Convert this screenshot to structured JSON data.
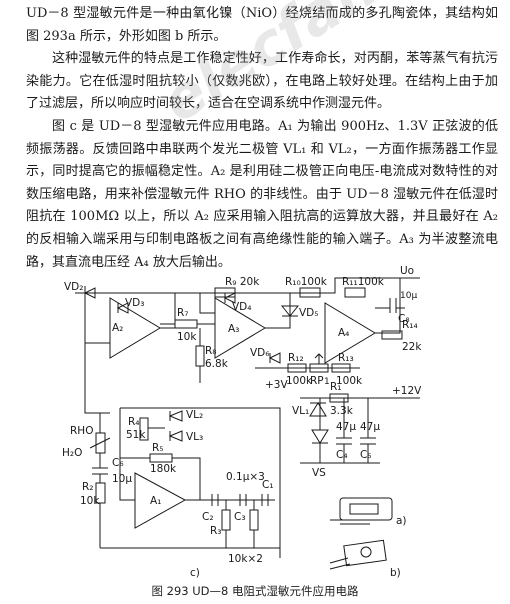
{
  "paragraphs": [
    "UD－8 型湿敏元件是一种由氧化镍（NiO）经烧结而成的多孔陶瓷体，其结构如图 293a 所示，外形如图 b 所示。",
    "这种湿敏元件的特点是工作稳定性好，工作寿命长，对丙酮，苯等蒸气有抗污染能力。它在低湿时阻抗较小（仅数兆欧），在电路上较好处理。在结构上由于加了过滤层，所以响应时间较长，适合在空调系统中作测湿元件。",
    "图 c 是 UD－8 型湿敏元件应用电路。A₁ 为输出 900Hz、1.3V 正弦波的低频振荡器。反馈回路中串联两个发光二极管 VL₁ 和 VL₂，一方面作振荡器工作显示，同时提高它的振幅稳定性。A₂ 是利用硅二极管正向电压-电流成对数特性的对数压缩电路，用来补偿湿敏元件 RHO 的非线性。由于 UD－8 湿敏元件在低湿时阻抗在 100MΩ 以上，所以 A₂ 应采用输入阻抗高的运算放大器，并且最好在 A₂ 的反相输入端采用与印制电路板之间有高绝缘性能的输入端子。A₃ 为半波整流电路，其直流电压经 A₄ 放大后输出。"
  ],
  "watermark": "elecfans.com",
  "schematic": {
    "labels": {
      "vd2": "VD₂",
      "vd3": "VD₃",
      "vd4": "VD₄",
      "vd5": "VD₅",
      "vd6": "VD₆",
      "a2": "A₂",
      "a3": "A₃",
      "a4": "A₄",
      "a1": "A₁",
      "r7": "R₇",
      "r7v": "10k",
      "r8": "R₈",
      "r8v": "6.8k",
      "r9": "R₉ 20k",
      "r10": "R₁₀100k",
      "r11": "R₁₁100k",
      "r12": "R₁₂",
      "r12v": "100k",
      "rp": "RP",
      "rp1": "1",
      "r13": "R₁₃",
      "r13v": "100k",
      "r14": "R₁₄",
      "r14v": "22k",
      "c8": "C₈",
      "c8v": "10μ",
      "uo": "Uo",
      "r1": "R₁",
      "r1v": "3.3k",
      "plus12": "+12V",
      "plus3": "+3V",
      "vl1": "VL₁",
      "vl2": "VL₂",
      "vl3": "VL₃",
      "r4": "R₄",
      "r4v": "51k",
      "r5": "R₅",
      "r5v": "180k",
      "rho": "RHO",
      "h2o": "H₂O",
      "c6": "C₆",
      "c6v": "10μ",
      "r2": "R₂",
      "r2v": "10k",
      "c1c3": "0.1μ×3",
      "c2": "C₂",
      "c3": "C₃",
      "c1": "C₁",
      "r3": "R₃",
      "r10k2": "10k×2",
      "c4": "C₄",
      "c4v": "47μ",
      "c5": "C₅",
      "c5v": "47μ",
      "vs": "VS",
      "fig_a": "a)",
      "fig_b": "b)",
      "fig_c": "c)"
    }
  },
  "caption": "图 293   UD—8 电阻式湿敏元件应用电路"
}
